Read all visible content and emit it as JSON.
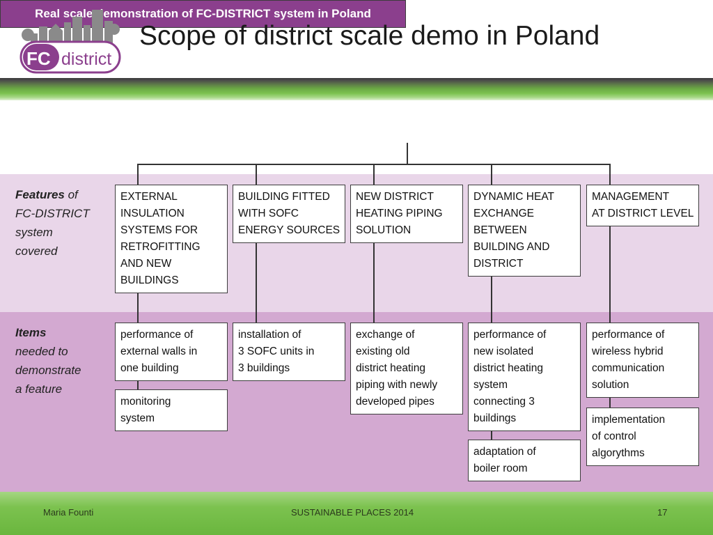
{
  "header": {
    "title": "Scope of district scale demo in Poland",
    "logo": {
      "text_fc": "FC",
      "text_dash": "-",
      "text_district": "district"
    }
  },
  "top_box": {
    "label": "Real scale demonstration of FC-DISTRICT system in Poland"
  },
  "rows": {
    "features": {
      "bold": "Features",
      "rest": " of\nFC-DISTRICT\nsystem\ncovered"
    },
    "items": {
      "bold": "Items",
      "rest": "\nneeded to\ndemonstrate\na feature"
    }
  },
  "features": [
    {
      "label": "EXTERNAL\nINSULATION\nSYSTEMS FOR\nRETROFITTING\nAND NEW\nBUILDINGS"
    },
    {
      "label": "BUILDING FITTED\nWITH SOFC\nENERGY SOURCES"
    },
    {
      "label": "NEW DISTRICT\nHEATING PIPING\nSOLUTION"
    },
    {
      "label": "DYNAMIC HEAT\nEXCHANGE\nBETWEEN\nBUILDING AND\nDISTRICT"
    },
    {
      "label": "MANAGEMENT\nAT DISTRICT LEVEL"
    }
  ],
  "items": [
    {
      "label": "performance of\nexternal walls  in\none building"
    },
    {
      "label": "installation of\n3 SOFC units in\n3 buildings"
    },
    {
      "label": "exchange of\nexisting old\ndistrict heating\npiping with newly\ndeveloped pipes"
    },
    {
      "label": "performance of\nnew isolated\ndistrict heating\nsystem\nconnecting 3\nbuildings"
    },
    {
      "label": "performance of\nwireless hybrid\ncommunication\nsolution"
    }
  ],
  "sub_items": [
    {
      "label": "monitoring\nsystem"
    },
    {
      "label": "adaptation of\nboiler room"
    },
    {
      "label": "implementation\nof control\nalgorythms"
    }
  ],
  "footer": {
    "author": "Maria Founti",
    "event": "SUSTAINABLE PLACES 2014",
    "page": "17"
  },
  "colors": {
    "accent_purple": "#8b3f8d",
    "band_light": "#e9d6e9",
    "band_dark": "#d3a9d1",
    "green": "#7cc24f"
  }
}
